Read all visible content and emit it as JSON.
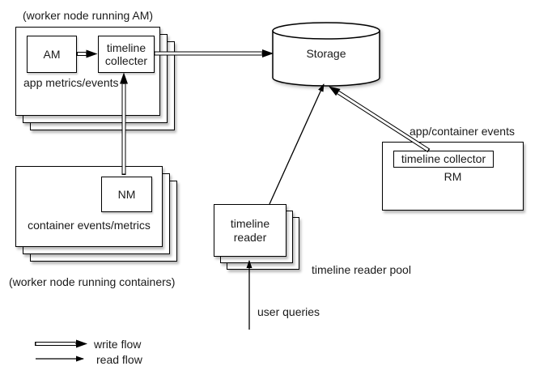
{
  "worker_am": {
    "caption": "(worker node running AM)",
    "am": "AM",
    "collector": "timeline collecter",
    "label": "app metrics/events"
  },
  "worker_nm": {
    "nm": "NM",
    "label": "container events/metrics",
    "caption": "(worker node running containers)"
  },
  "storage": {
    "label": "Storage"
  },
  "rm": {
    "events_label": "app/container events",
    "collector": "timeline collector",
    "label": "RM"
  },
  "reader": {
    "box_label": "timeline reader",
    "pool_label": "timeline reader pool",
    "queries_label": "user queries"
  },
  "legend": {
    "write": "write flow",
    "read": "read flow"
  },
  "colors": {
    "ink": "#000000",
    "text": "#1a1a1a",
    "background": "#ffffff"
  }
}
